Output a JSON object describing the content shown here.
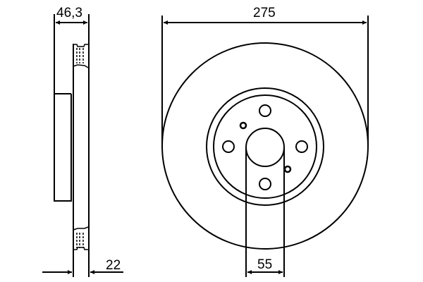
{
  "drawing": {
    "subject": "brake disc",
    "line_color": "#000000",
    "background": "#ffffff"
  },
  "dimensions": {
    "overall_height": "46,3",
    "disc_thickness": "22",
    "outer_diameter": "275",
    "center_bore": "55"
  },
  "views": {
    "side_view": "side-section",
    "front_view": "front-face"
  }
}
